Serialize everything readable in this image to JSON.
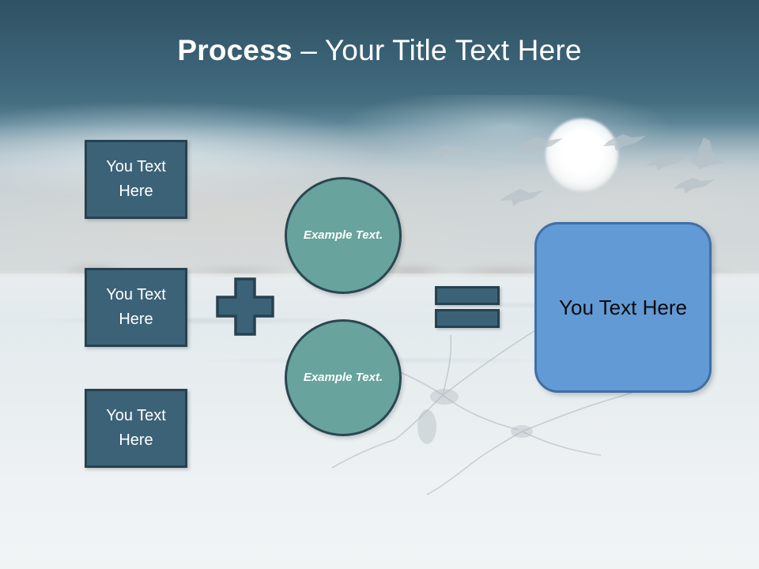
{
  "slide": {
    "title": {
      "strong": "Process",
      "rest": " – Your Title Text Here"
    },
    "background": {
      "scene_name": "winter-lake-birds-photo",
      "sky_top_color": "#2f5265",
      "sky_bottom_color": "#f0f4f5",
      "sun_name": "sun-disc",
      "bird_count": 8,
      "branch_name": "branch-silhouette"
    },
    "input_boxes": [
      {
        "label": "You Text Here"
      },
      {
        "label": "You Text Here"
      },
      {
        "label": "You Text Here"
      }
    ],
    "operators": {
      "plus": "+",
      "equals": "="
    },
    "circles": [
      {
        "label": "Example Text."
      },
      {
        "label": "Example Text."
      }
    ],
    "result": {
      "label": "You Text Here"
    },
    "colors": {
      "box_fill": "#3c6278",
      "box_border": "#27414f",
      "circle_fill": "#68a39d",
      "circle_border": "#2a4750",
      "result_fill": "#629ad5",
      "result_border": "#3f6fa5",
      "title_text": "#ffffff",
      "result_text": "#0a0a0a"
    }
  }
}
